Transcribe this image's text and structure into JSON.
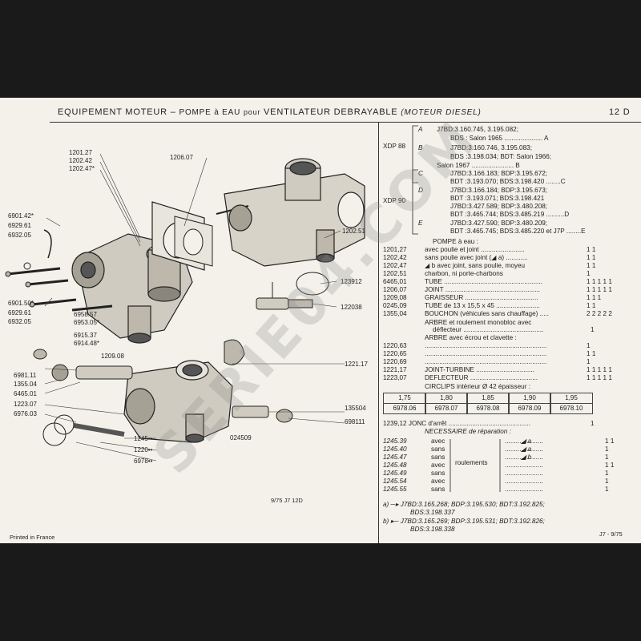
{
  "header": {
    "title_a": "EQUIPEMENT MOTEUR",
    "title_b": "POMPE à EAU",
    "title_c": "pour",
    "title_d": "VENTILATEUR DEBRAYABLE",
    "title_e": "(MOTEUR DIESEL)",
    "page": "12 D"
  },
  "diagram_labels": {
    "l1": "1201.27",
    "l2": "1202.42",
    "l3": "1202.47*",
    "l4": "1206.07",
    "l5": "6901.42*",
    "l6": "6929.61",
    "l7": "6932.05",
    "l8": "1202.51",
    "l9": "123912",
    "l10": "122038",
    "l11": "6901.50*",
    "l12": "6929.61",
    "l13": "6932.05",
    "l14": "6958.57",
    "l15": "6953.05*",
    "l16": "6915.37",
    "l17": "6914.48*",
    "l18": "1209.08",
    "l19": "6981.11",
    "l20": "1355.04",
    "l21": "6465.01",
    "l22": "1223.07",
    "l23": "6976.03",
    "l24": "1221.17",
    "l25": "135504",
    "l26": "698111",
    "l27": "024509",
    "l28": "1245••",
    "l29": "1220••",
    "l30": "6978••",
    "ref": "9/75 J7   12D",
    "printed": "Printed in France",
    "watermark": "SERIE04.COM"
  },
  "xdp88": {
    "label": "XDP 88",
    "A": "A",
    "B": "B",
    "a1": "J7BD:3.160.745, 3.195.082;",
    "a2": "BDS : Salon 1965 ..................... A",
    "b1": "J7BD:3.160.746, 3.195.083;",
    "b2": "BDS :3.198.034; BDT: Salon 1966;",
    "b3": "Salon 1967 ....................... B"
  },
  "xdp90": {
    "label": "XDP 90",
    "C": "C",
    "D": "D",
    "E": "E",
    "c1": "J7BD:3.166.183; BDP:3.195.672;",
    "c2": "BDT :3.193.070; BDS:3.198.420 ........C",
    "d1": "J7BD:3.166.184; BDP:3.195.673;",
    "d2": "BDT :3.193.071; BDS:3.198.421",
    "d3": "J7BD:3.427.589; BDP:3.480.208;",
    "d4": "BDT :3.465.744; BDS:3.485.219 ..........D",
    "e1": "J7BD:3.427.590; BDP:3.480.209;",
    "e2": "BDT :3.465.745; BDS:3.485.220 et J7P ........E"
  },
  "parts": {
    "pompe": "POMPE à eau :",
    "rows": [
      {
        "code": "1201,27",
        "desc": "avec poulie et joint ........................",
        "qty": "1  1"
      },
      {
        "code": "1202,42",
        "desc": "sans poulie avec joint (◢ a) ............",
        "qty": "1  1"
      },
      {
        "code": "1202,47",
        "desc": "◢ b   avec joint, sans poulie, moyeu",
        "qty": "1  1"
      },
      {
        "code": "1202,51",
        "desc": "charbon, ni porte-charbons",
        "qty": "1"
      },
      {
        "code": "6465,01",
        "desc": "TUBE ......................................................",
        "qty": "1 1 1 1 1"
      },
      {
        "code": "1206,07",
        "desc": "JOINT ....................................................",
        "qty": "1 1 1 1 1"
      },
      {
        "code": "1209,08",
        "desc": "GRAISSEUR ........................................",
        "qty": "1  1  1"
      },
      {
        "code": "0245,09",
        "desc": "TUBE de 13 x 15,5 x 45 ........................",
        "qty": "1  1"
      },
      {
        "code": "1355,04",
        "desc": "BOUCHON (véhicules sans chauffage) .....",
        "qty": "2 2 2 2 2"
      }
    ],
    "arbre1": "ARBRE et roulement monobloc avec",
    "arbre1b": "déflecteur ............................................",
    "arbre1q": "1",
    "arbre2": "ARBRE avec écrou et clavette :",
    "rows2": [
      {
        "code": "1220,63",
        "desc": "...................................................................",
        "qty": "1"
      },
      {
        "code": "1220,65",
        "desc": "...................................................................",
        "qty": "1  1"
      },
      {
        "code": "1220,69",
        "desc": "...................................................................",
        "qty": "1"
      },
      {
        "code": "1221,17",
        "desc": "JOINT-TURBINE ................................",
        "qty": "1 1 1 1 1"
      },
      {
        "code": "1223,07",
        "desc": "DEFLECTEUR .....................................",
        "qty": "1 1 1 1 1"
      }
    ],
    "circlips": "CIRCLIPS intérieur Ø 42 épaisseur :",
    "circ_head": [
      "1,75",
      "1,80",
      "1,85",
      "1,90",
      "1,95"
    ],
    "circ_codes": [
      "6978.06",
      "6978.07",
      "6978.08",
      "6978.09",
      "6978.10"
    ],
    "jonc": "1239,12   JONC d'arrêt .............................................",
    "jonc_q": "1",
    "necess": "NECESSAIRE de réparation :",
    "rep": [
      {
        "code": "1245.39",
        "v": "avec",
        "q": "1  1"
      },
      {
        "code": "1245.40",
        "v": "sans",
        "q": "1"
      },
      {
        "code": "1245.47",
        "v": "sans",
        "q": "1"
      },
      {
        "code": "1245.48",
        "v": "avec",
        "q": "1  1"
      },
      {
        "code": "1245.49",
        "v": "sans",
        "q": "1"
      },
      {
        "code": "1245.54",
        "v": "avec",
        "q": "1"
      },
      {
        "code": "1245.55",
        "v": "sans",
        "q": "1"
      }
    ],
    "roulements": "roulements",
    "sub_a": "a",
    "sub_b": "b",
    "fa1": "a)  ─▸ J7BD:3.165.268;  BDP:3.195.530;  BDT:3.192.825;",
    "fa2": "BDS:3.198.337",
    "fb1": "b)  ▸─ J7BD:3.165.269;  BDP:3.195.531;  BDT:3.192.826;",
    "fb2": "BDS:3.198.338",
    "footer_right": "J7 - 9/75"
  }
}
